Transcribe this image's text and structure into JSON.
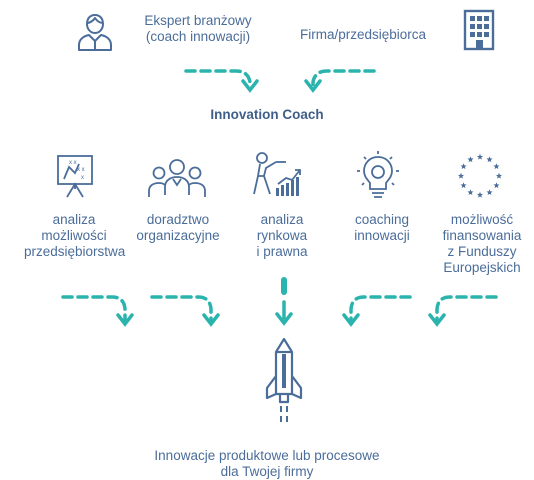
{
  "top": {
    "expert": {
      "line1": "Ekspert branżowy",
      "line2": "(coach innowacji)",
      "icon": "person-icon"
    },
    "company": {
      "label": "Firma/przedsiębiorca",
      "icon": "building-icon"
    }
  },
  "coach_title": "Innovation Coach",
  "services": [
    {
      "lines": [
        "analiza",
        "możliwości",
        "przedsiębiorstwa"
      ],
      "icon": "strategy-board-icon"
    },
    {
      "lines": [
        "doradztwo",
        "organizacyjne"
      ],
      "icon": "team-icon"
    },
    {
      "lines": [
        "analiza",
        "rynkowa",
        "i prawna"
      ],
      "icon": "growth-chart-icon"
    },
    {
      "lines": [
        "coaching",
        "innowacji"
      ],
      "icon": "lightbulb-gear-icon"
    },
    {
      "lines": [
        "możliwość",
        "finansowania",
        "z Funduszy",
        "Europejskich"
      ],
      "icon": "eu-stars-icon"
    }
  ],
  "result": {
    "line1": "Innowacje produktowe lub procesowe",
    "line2": "dla Twojej firmy",
    "icon": "rocket-icon"
  },
  "colors": {
    "text": "#4b6d9a",
    "icon": "#4b6d9a",
    "arrow": "#2bb3ad"
  }
}
